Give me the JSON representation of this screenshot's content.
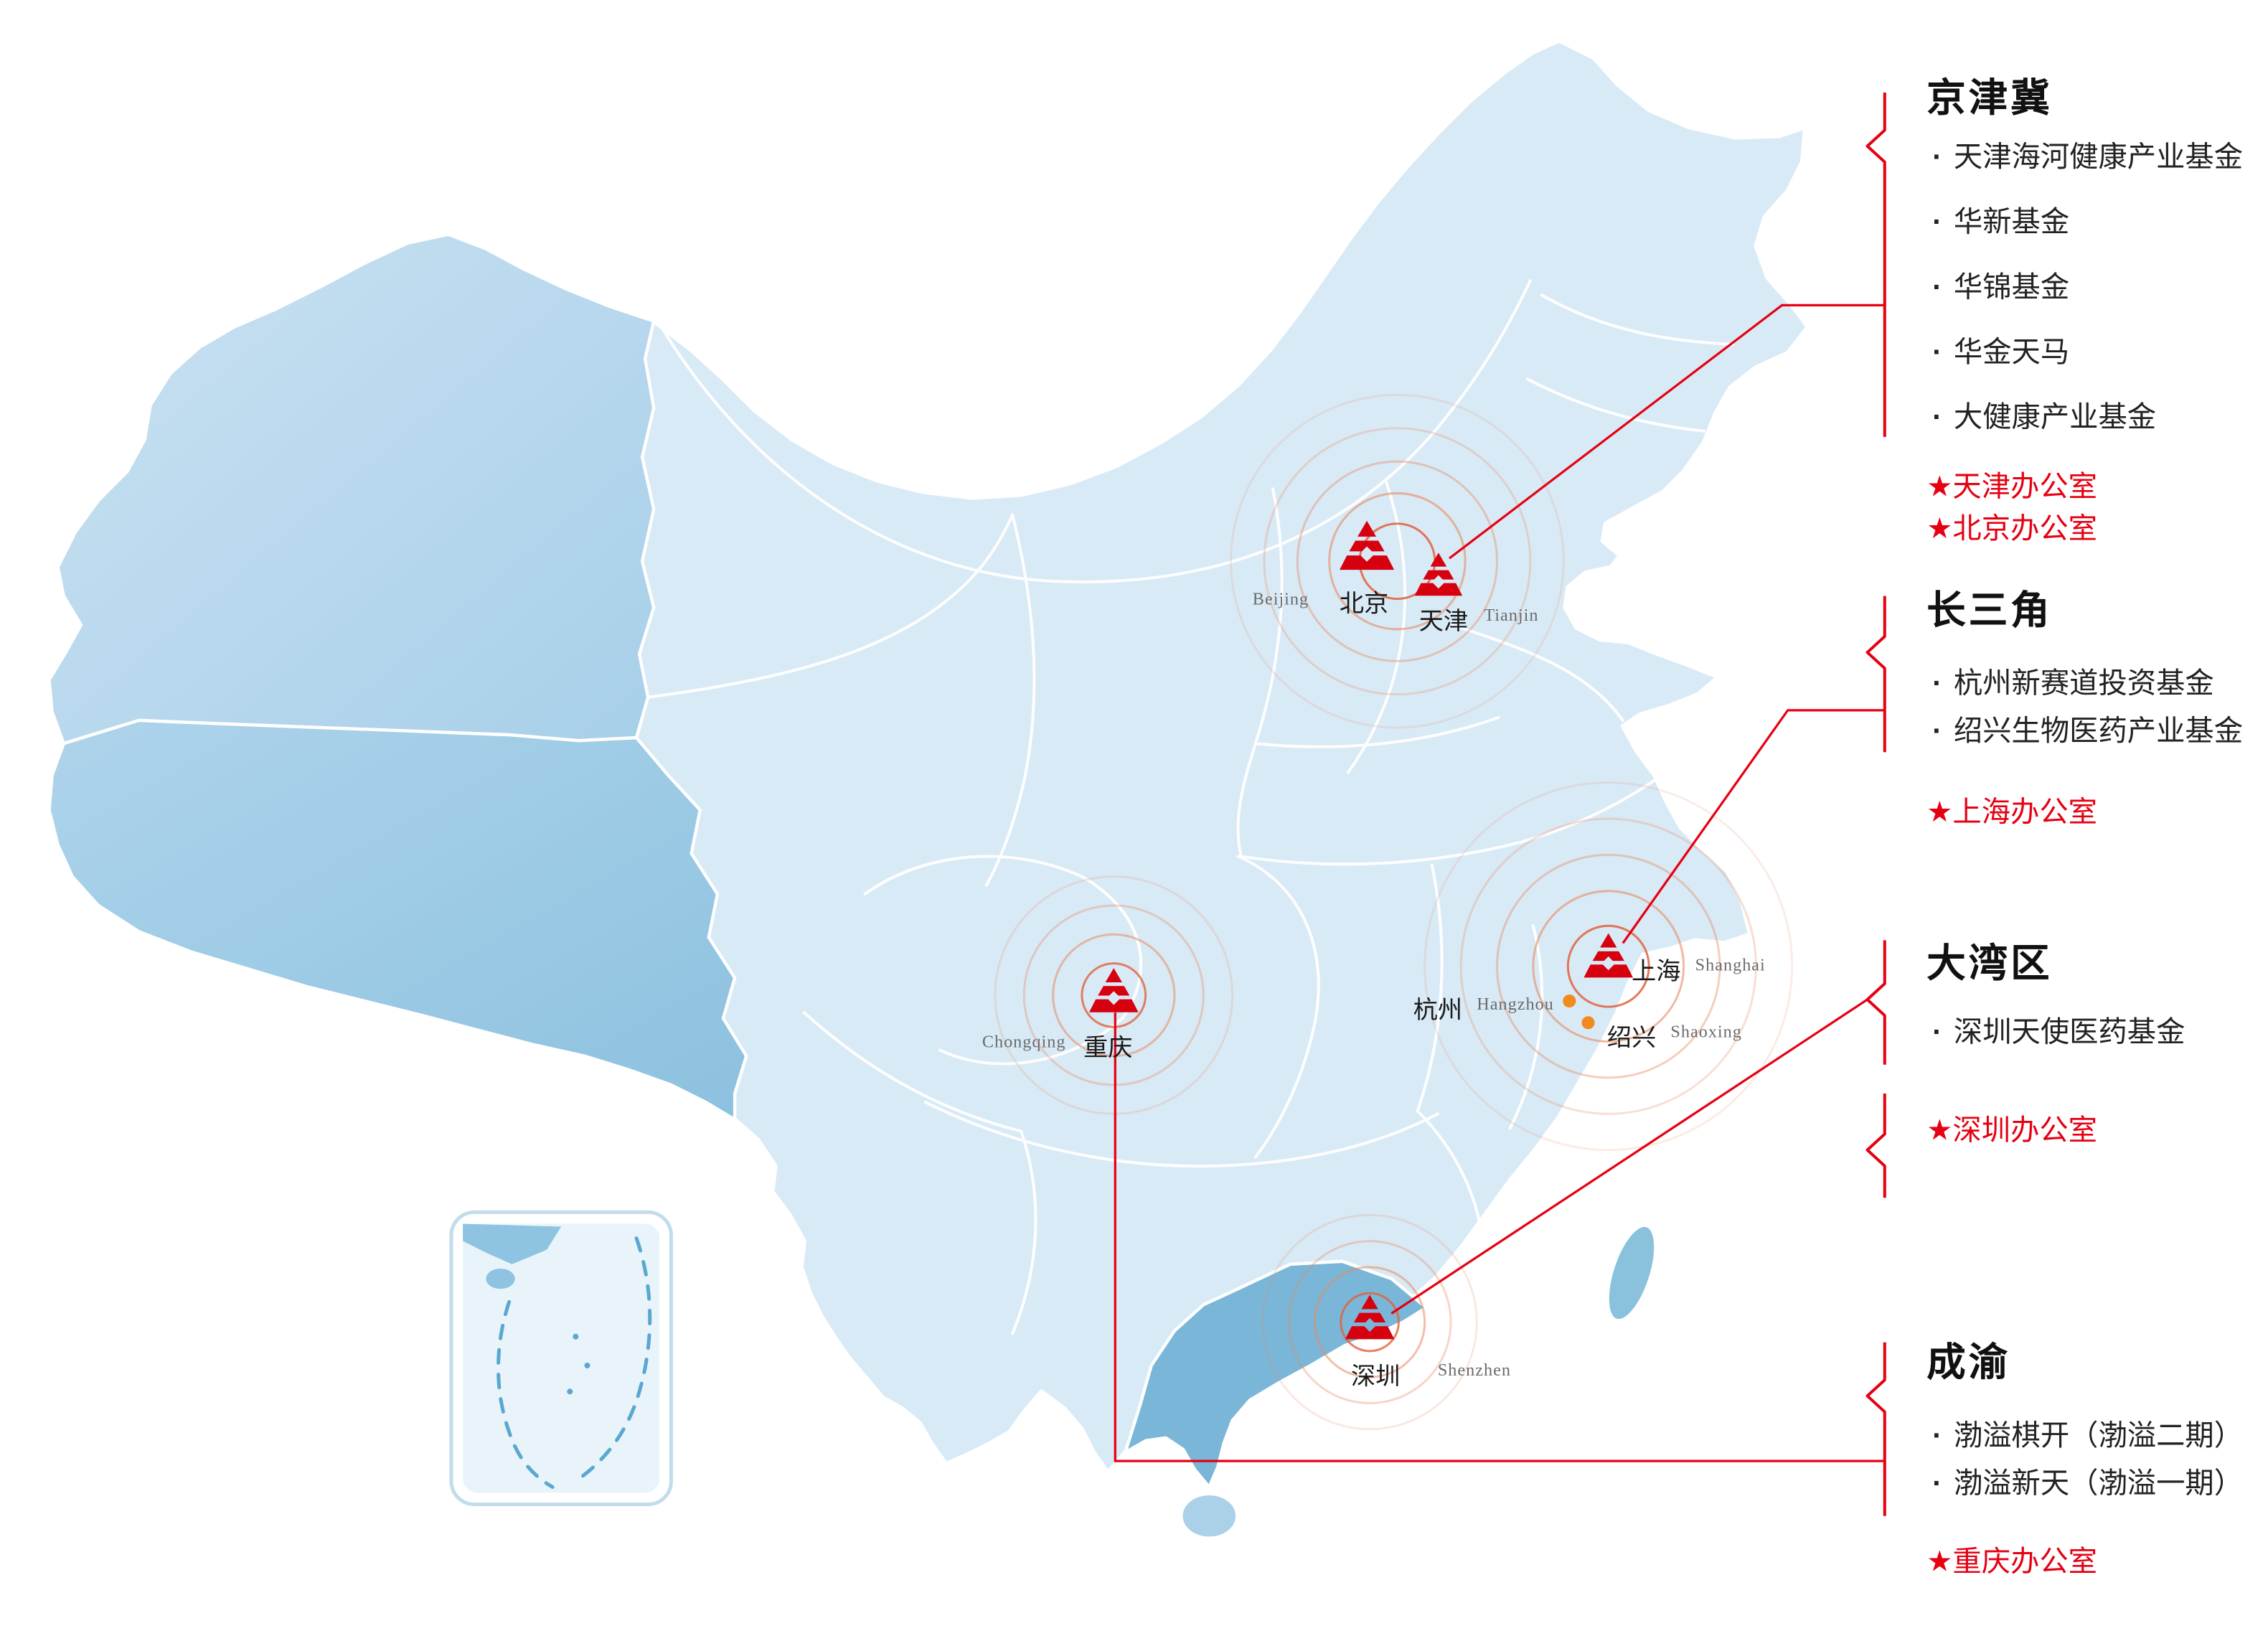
{
  "regions": [
    {
      "title": "京津冀",
      "funds": [
        "天津海河健康产业基金",
        "华新基金",
        "华锦基金",
        "华金天马",
        "大健康产业基金"
      ],
      "offices": [
        "★天津办公室",
        "★北京办公室"
      ]
    },
    {
      "title": "长三角",
      "funds": [
        "杭州新赛道投资基金",
        "绍兴生物医药产业基金"
      ],
      "offices": [
        "★上海办公室"
      ]
    },
    {
      "title": "大湾区",
      "funds": [
        "深圳天使医药基金"
      ],
      "offices": [
        "★深圳办公室"
      ]
    },
    {
      "title": "成渝",
      "funds": [
        "渤溢棋开（渤溢二期）",
        "渤溢新天（渤溢一期）"
      ],
      "offices": [
        "★重庆办公室"
      ]
    }
  ],
  "cities": [
    {
      "zh": "北京",
      "en": "Beijing"
    },
    {
      "zh": "天津",
      "en": "Tianjin"
    },
    {
      "zh": "上海",
      "en": "Shanghai"
    },
    {
      "zh": "杭州",
      "en": "Hangzhou"
    },
    {
      "zh": "绍兴",
      "en": "Shaoxing"
    },
    {
      "zh": "重庆",
      "en": "Chongqing"
    },
    {
      "zh": "深圳",
      "en": "Shenzhen"
    }
  ],
  "colors": {
    "accent_red": "#e60012",
    "marker_red": "#d7000f",
    "ripple_orange": "#e88a62",
    "dot_orange": "#f08b1e",
    "map_base": "#d8eaf6",
    "map_dark": "#8cc1df",
    "sea_dash_blue": "#5aa7d0"
  }
}
